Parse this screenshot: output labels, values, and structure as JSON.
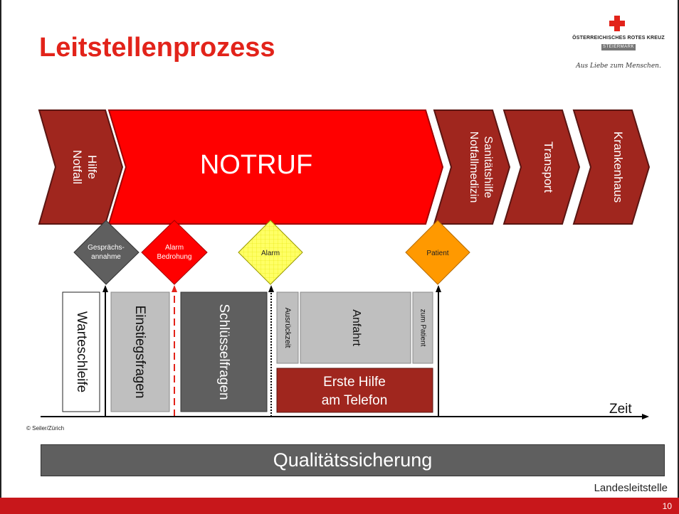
{
  "slide": {
    "title": "Leitstellenprozess",
    "logo": {
      "name": "ÖSTERREICHISCHES ROTES KREUZ",
      "region": "STEIERMARK",
      "slogan": "Aus Liebe zum Menschen."
    },
    "copyright": "© Seiler/Zürich",
    "footer_text": "Landesleitstelle",
    "page_number": "10"
  },
  "colors": {
    "accent_red": "#e2231a",
    "dark_red": "#a0261e",
    "gray_dark": "#5f5f5f",
    "gray_light": "#bfbfbf",
    "alarm_yellow": "#ffff66",
    "patient_orange": "#ff9900"
  },
  "process_chevrons": [
    {
      "line1": "Hilfe",
      "line2": "Notfall"
    },
    {
      "label": "NOTRUF"
    },
    {
      "line1": "Sanitätshilfe",
      "line2": "Notfallmedizin"
    },
    {
      "label": "Transport"
    },
    {
      "label": "Krankenhaus"
    }
  ],
  "milestones": [
    {
      "line1": "Gesprächs-",
      "line2": "annahme"
    },
    {
      "line1": "Alarm",
      "line2": "Bedrohung"
    },
    {
      "label": "Alarm"
    },
    {
      "label": "Patient"
    }
  ],
  "phases": {
    "warteschleife": "Warteschleife",
    "einstiegsfragen": "Einstiegsfragen",
    "schluesselfragen": "Schlüsselfragen",
    "ausrueckzeit": "Ausrückzeit",
    "anfahrt": "Anfahrt",
    "zum_patient": "zum Patient",
    "erste_hilfe_line1": "Erste Hilfe",
    "erste_hilfe_line2": "am Telefon"
  },
  "timeline": {
    "axis_label": "Zeit"
  },
  "quality_bar": {
    "label": "Qualitätssicherung"
  }
}
